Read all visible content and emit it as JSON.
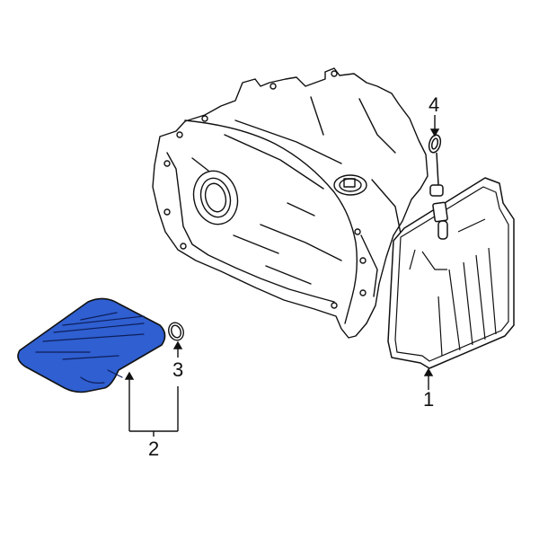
{
  "diagram": {
    "type": "exploded-parts-diagram",
    "subject": "Automatic transmission assembly with oil pan, filter, seal and dipstick",
    "highlight_color": "#2f5fd0",
    "outline_color": "#111111",
    "background": "#ffffff",
    "callouts": [
      {
        "id": "1",
        "label": "1",
        "part": "transmission-oil-pan"
      },
      {
        "id": "2",
        "label": "2",
        "part": "filter-kit-bracket"
      },
      {
        "id": "3",
        "label": "3",
        "part": "seal-ring"
      },
      {
        "id": "4",
        "label": "4",
        "part": "dipstick"
      }
    ]
  }
}
